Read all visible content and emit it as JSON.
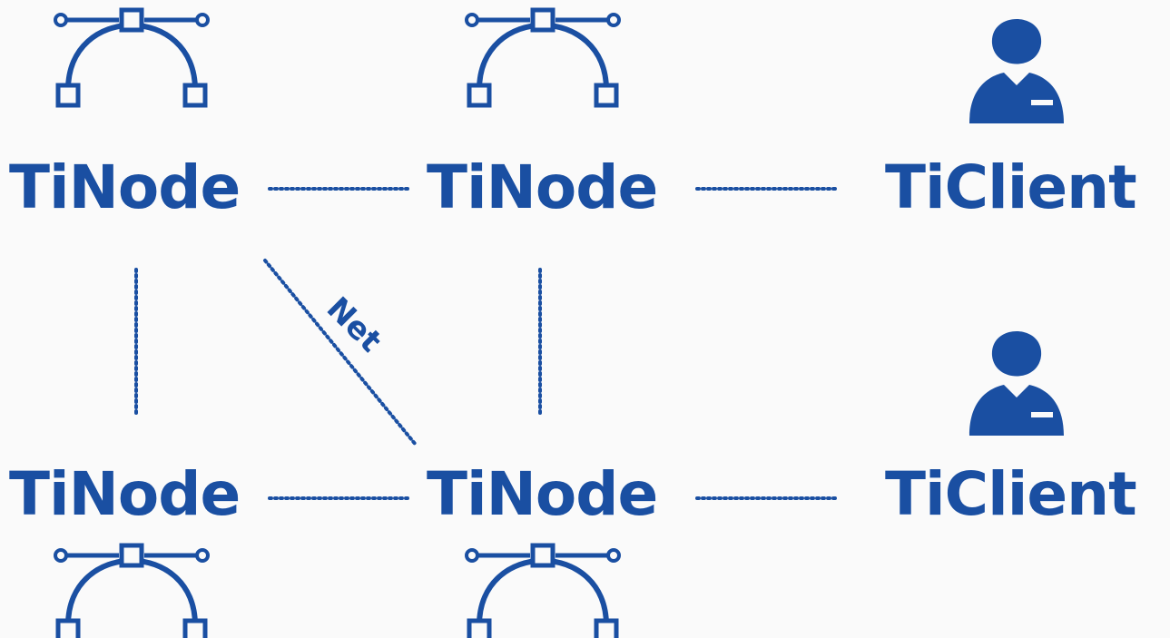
{
  "colors": {
    "accent": "#1a4fa2",
    "background": "#fafafa"
  },
  "nodes": {
    "top_left": {
      "label": "TiNode",
      "icon": "bezier-curve-icon"
    },
    "top_middle": {
      "label": "TiNode",
      "icon": "bezier-curve-icon"
    },
    "top_right": {
      "label": "TiClient",
      "icon": "user-icon"
    },
    "bottom_left": {
      "label": "TiNode",
      "icon": "bezier-curve-icon"
    },
    "bottom_middle": {
      "label": "TiNode",
      "icon": "bezier-curve-icon"
    },
    "bottom_right": {
      "label": "TiClient",
      "icon": "user-icon"
    }
  },
  "edges": {
    "net_label": "Net"
  }
}
